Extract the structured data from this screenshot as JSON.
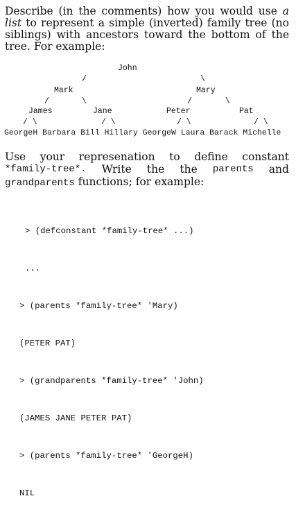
{
  "intro": {
    "part1": "Describe (in the comments) how you would use ",
    "emph": "a list",
    "part2": " to represent a simple (inverted) family tree (no siblings) with ancestors toward the bottom of the tree. For example:"
  },
  "tree": {
    "root": "John",
    "level2": [
      "Mark",
      "Mary"
    ],
    "level3": [
      "James",
      "Jane",
      "Peter",
      "Pat"
    ],
    "leaves": [
      "GeorgeH",
      "Barbara",
      "Bill",
      "Hillary",
      "GeorgeW",
      "Laura",
      "Barack",
      "Michelle"
    ]
  },
  "instructions": {
    "w1": "Use",
    "w2": "your",
    "w3": "represenation",
    "w4": "to",
    "w5": "define",
    "w6": "constant",
    "code1": "*family-tree*.",
    "w7": "Write",
    "w8": "the",
    "w9": "the",
    "code2": "parents",
    "w10": "and",
    "code3": "grandparents",
    "rest": " functions; for example:"
  },
  "repl": [
    "> (defconstant *family-tree* ...)",
    "...",
    "> (parents *family-tree* 'Mary)",
    "(PETER PAT)",
    "> (grandparents *family-tree* 'John)",
    "(JAMES JANE PETER PAT)",
    "> (parents *family-tree* 'GeorgeH)",
    "NIL"
  ]
}
